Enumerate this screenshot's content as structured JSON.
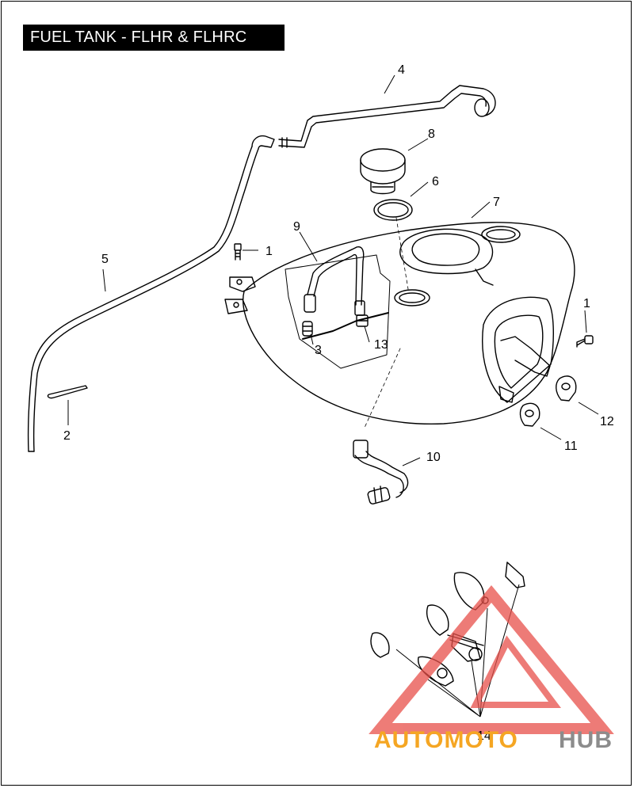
{
  "title": "FUEL TANK - FLHR & FLHRC",
  "callouts": {
    "c1a": "1",
    "c1b": "1",
    "c2": "2",
    "c3": "3",
    "c4": "4",
    "c5": "5",
    "c6": "6",
    "c7": "7",
    "c8": "8",
    "c9": "9",
    "c10": "10",
    "c11": "11",
    "c12": "12",
    "c13": "13",
    "c14": "14"
  },
  "watermark": {
    "part1": "AUTOMOTO",
    "part2": "HUB",
    "color_primary": "#f5a623",
    "color_secondary": "#8c8c8c",
    "color_logo": "#e8504a"
  }
}
